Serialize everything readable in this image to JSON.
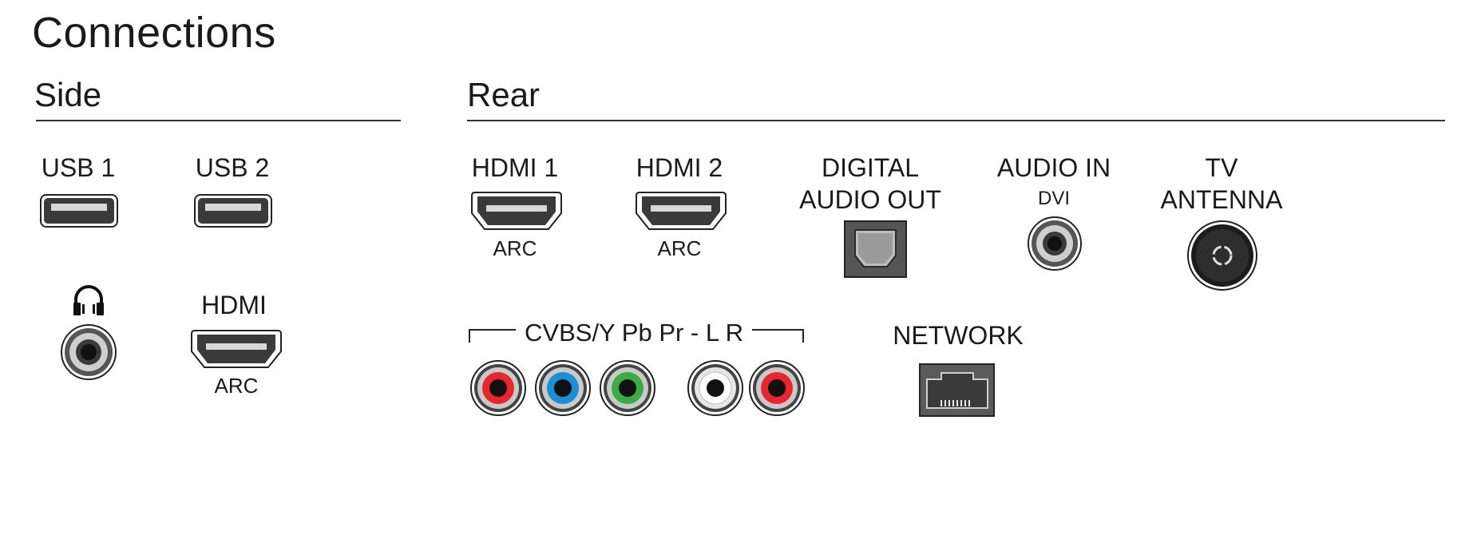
{
  "title": "Connections",
  "sections": {
    "side": "Side",
    "rear": "Rear"
  },
  "side": {
    "usb1": "USB 1",
    "usb2": "USB 2",
    "hdmi": "HDMI",
    "hdmi_sub": "ARC"
  },
  "rear": {
    "hdmi1": "HDMI 1",
    "hdmi1_sub": "ARC",
    "hdmi2": "HDMI 2",
    "hdmi2_sub": "ARC",
    "digital_line1": "DIGITAL",
    "digital_line2": "AUDIO OUT",
    "audio_in": "AUDIO IN",
    "audio_in_sub": "DVI",
    "tv_line1": "TV",
    "tv_line2": "ANTENNA",
    "component_label": "CVBS/Y Pb Pr - L R",
    "network": "NETWORK"
  },
  "jack_colors": {
    "red": "#e8262b",
    "blue": "#1a8fd6",
    "green": "#3aac45",
    "white": "#ffffff"
  },
  "icons": [
    "usb-port-icon",
    "hdmi-port-icon",
    "headphones-icon",
    "audio-jack-icon",
    "optical-port-icon",
    "antenna-port-icon",
    "rca-jack-icon",
    "ethernet-port-icon"
  ]
}
